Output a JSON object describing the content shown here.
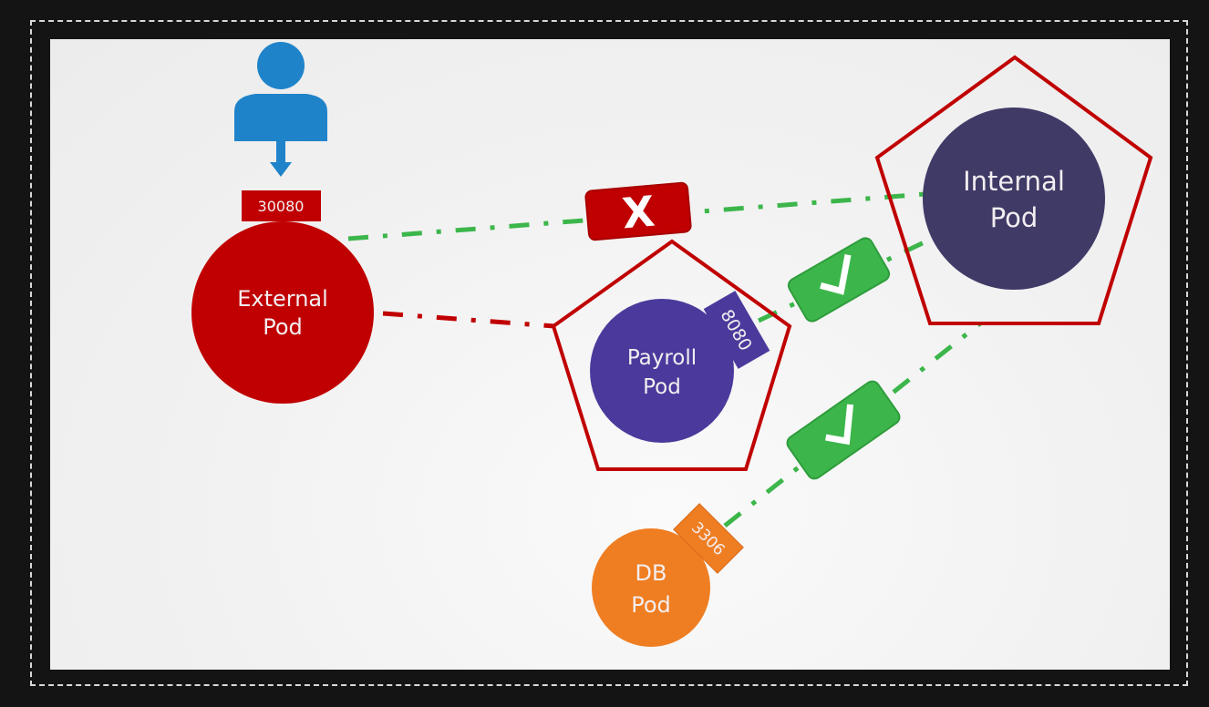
{
  "diagram": {
    "title": "Network policy: pod ingress/egress",
    "colors": {
      "background": "#141414",
      "frame_dash": "#d8d8d8",
      "slide": "#f1f1f1",
      "user": "#1f83c9",
      "external_pod": "#c00000",
      "payroll_pod": "#4b3a9c",
      "internal_pod": "#3f3a66",
      "db_pod": "#ef7e22",
      "policy_border": "#c00000",
      "allowed": "#3cb64b",
      "denied": "#c00000"
    },
    "user": {
      "icon": "user-icon",
      "arrow": "arrow-down-icon"
    },
    "external_pod": {
      "line1": "External",
      "line2": "Pod",
      "port": "30080"
    },
    "payroll_pod": {
      "line1": "Payroll",
      "line2": "Pod",
      "port": "8080"
    },
    "internal_pod": {
      "line1": "Internal",
      "line2": "Pod"
    },
    "db_pod": {
      "line1": "DB",
      "line2": "Pod",
      "port": "3306"
    },
    "connections": [
      {
        "from": "External Pod",
        "to": "Internal Pod",
        "status": "blocked",
        "badge": "X",
        "badge_icon": "x-icon"
      },
      {
        "from": "External Pod",
        "to": "Payroll Pod",
        "status": "denied-link"
      },
      {
        "from": "Payroll Pod",
        "to": "Internal Pod",
        "status": "allowed",
        "badge_icon": "check-icon"
      },
      {
        "from": "Internal Pod",
        "to": "DB Pod",
        "status": "allowed",
        "badge_icon": "check-icon"
      }
    ]
  }
}
